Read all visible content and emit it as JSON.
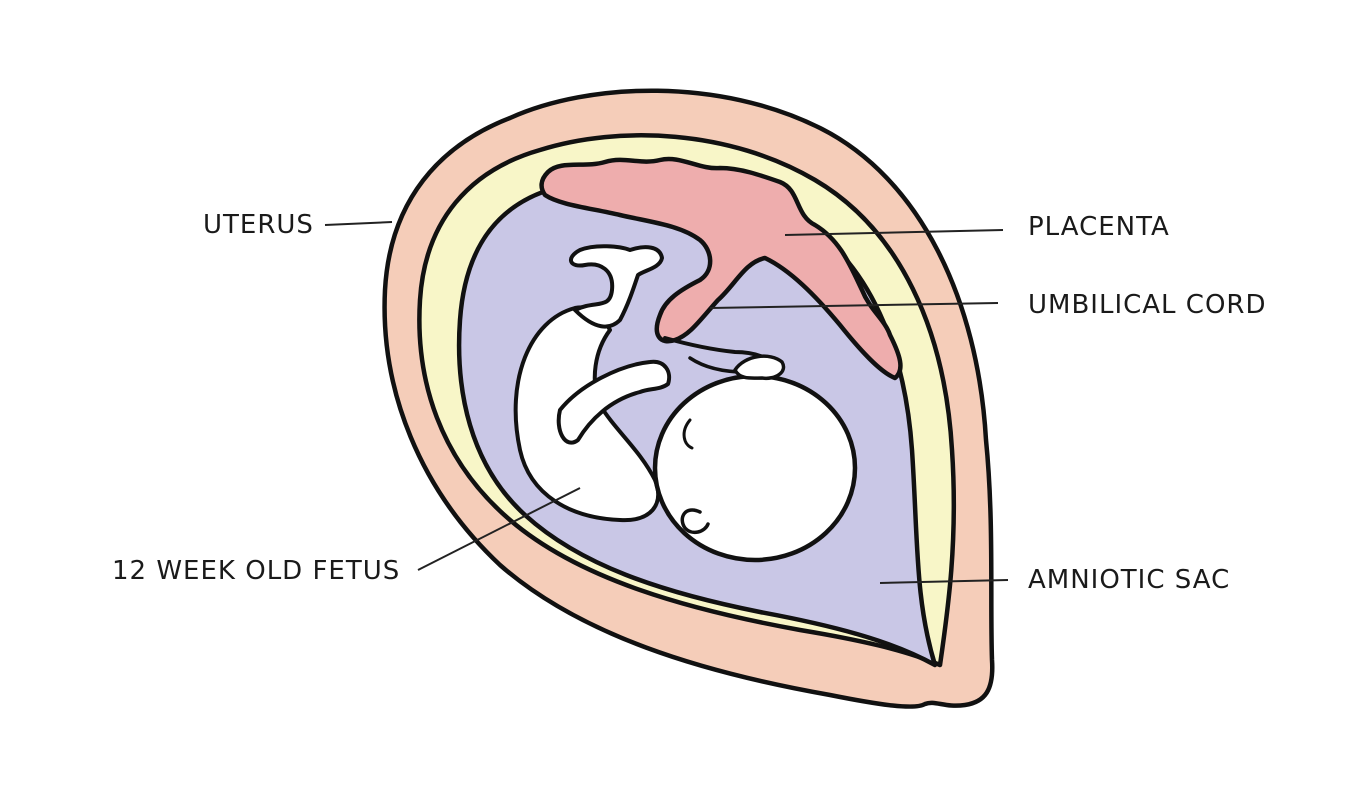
{
  "labels": {
    "uterus": "UTERUS",
    "placenta": "PLACENTA",
    "umbilical_cord": "UMBILICAL CORD",
    "fetus": "12 WEEK OLD FETUS",
    "amniotic_sac": "AMNIOTIC SAC"
  },
  "colors": {
    "uterus": "#f5cdb9",
    "lining": "#f8f6c8",
    "amniotic_sac": "#c9c7e6",
    "placenta": "#eeadad",
    "fetus": "#ffffff",
    "outline": "#111111"
  }
}
